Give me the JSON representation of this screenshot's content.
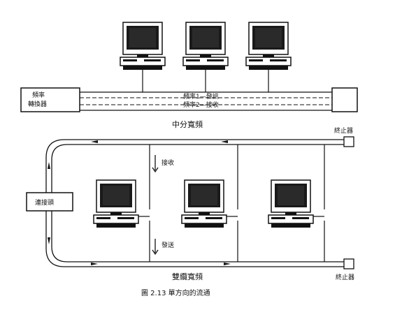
{
  "top_section": {
    "converter_label_line1": "頻率",
    "converter_label_line2": "轉換器",
    "freq1_label": "頻率1—發訊",
    "freq2_label": "頻率2—接收",
    "title": "中分寬頻"
  },
  "bottom_section": {
    "terminator_top": "終止器",
    "terminator_bottom": "終止器",
    "receive_label": "接收",
    "send_label": "發送",
    "connector_label": "連接頭",
    "title": "雙纜寬頻"
  },
  "caption": "圖 2.13  單方向的流通",
  "colors": {
    "line": "#111111",
    "screen": "#1a1a1a",
    "background": "#ffffff"
  }
}
